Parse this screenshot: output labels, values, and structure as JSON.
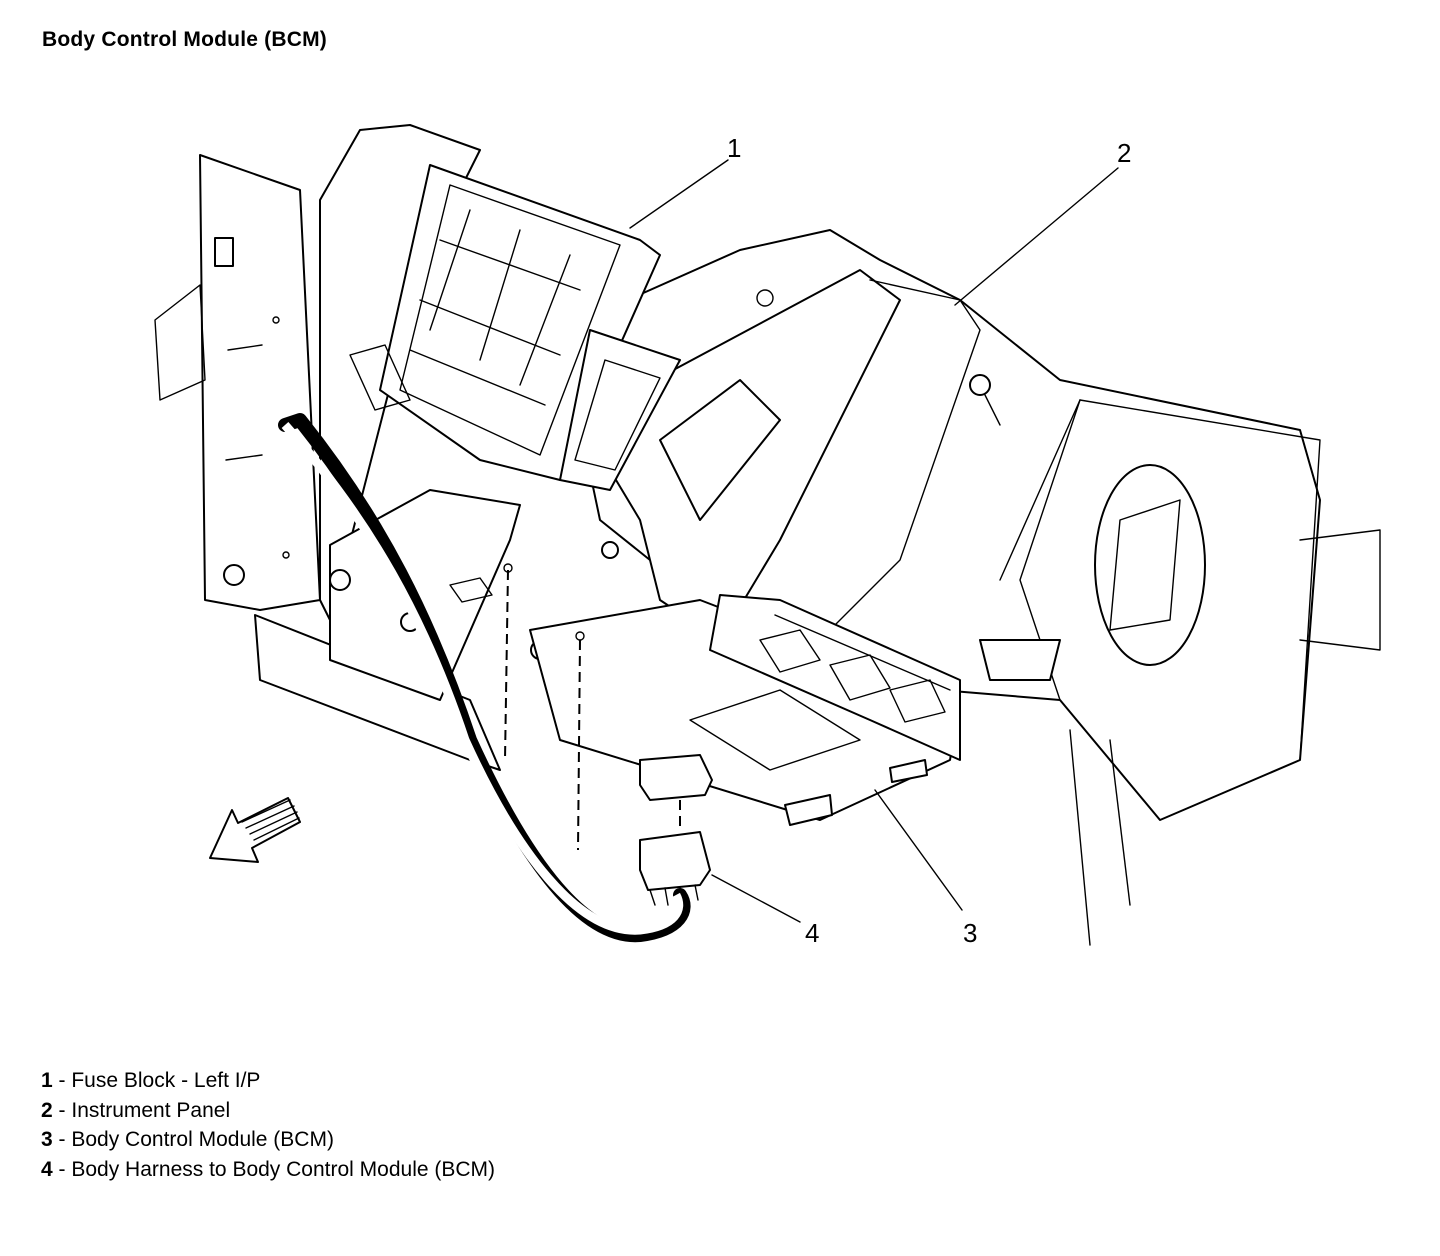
{
  "title": "Body Control Module (BCM)",
  "callouts": [
    {
      "number": "1",
      "name": "Fuse Block - Left I/P"
    },
    {
      "number": "2",
      "name": "Instrument Panel"
    },
    {
      "number": "3",
      "name": "Body Control Module (BCM)"
    },
    {
      "number": "4",
      "name": "Body Harness to Body Control Module (BCM)"
    }
  ],
  "legend": [
    {
      "number": "1",
      "sep": " - ",
      "text": "Fuse Block - Left I/P"
    },
    {
      "number": "2",
      "sep": " - ",
      "text": "Instrument Panel"
    },
    {
      "number": "3",
      "sep": " - ",
      "text": "Body Control Module (BCM)"
    },
    {
      "number": "4",
      "sep": " - ",
      "text": "Body Harness to Body Control Module (BCM)"
    }
  ],
  "colors": {
    "line": "#000000",
    "background": "#ffffff"
  }
}
